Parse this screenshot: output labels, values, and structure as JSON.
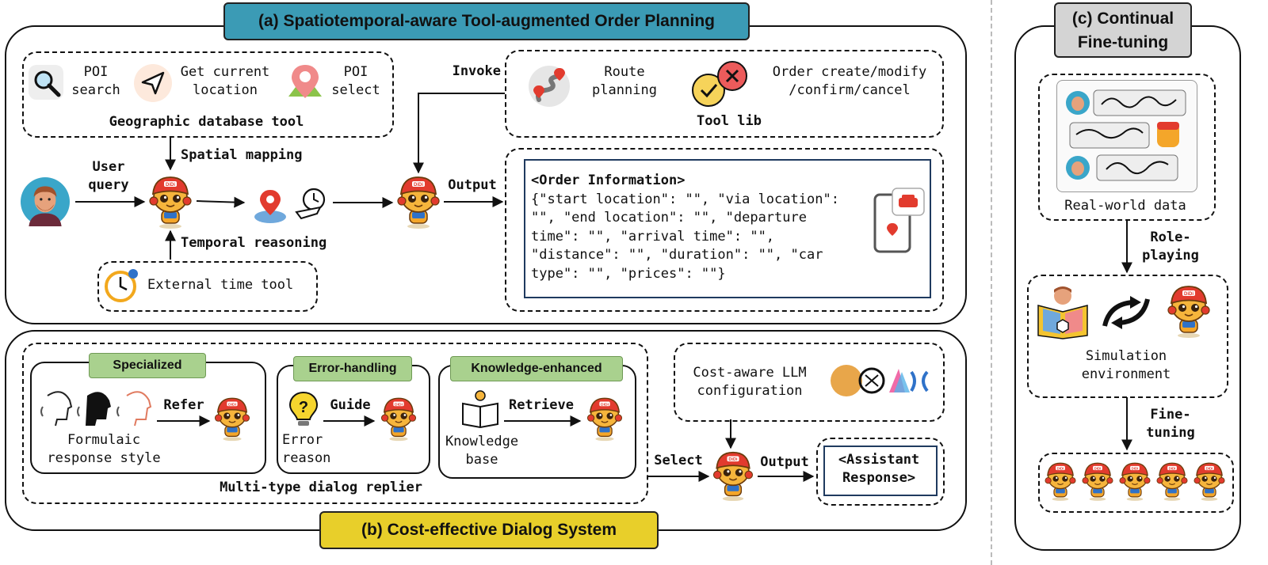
{
  "panel_a": {
    "title": "(a) Spatiotemporal-aware Tool-augmented Order Planning",
    "geo_tools": {
      "poi_search": "POI\nsearch",
      "get_location": "Get current\nlocation",
      "poi_select": "POI\nselect",
      "caption": "Geographic database tool"
    },
    "tool_lib": {
      "route": "Route\nplanning",
      "order": "Order create/modify\n/confirm/cancel",
      "caption": "Tool lib"
    },
    "labels": {
      "invoke": "Invoke",
      "spatial_mapping": "Spatial mapping",
      "user_query": "User\nquery",
      "temporal_reasoning": "Temporal reasoning",
      "external_time_tool": "External time tool",
      "output": "Output"
    },
    "order_info": {
      "heading": "<Order Information>",
      "lines": [
        "{\"start location\": \"\", \"via location\":",
        "\"\", \"end location\": \"\", \"departure",
        "time\": \"\", \"arrival time\": \"\",",
        "\"distance\": \"\", \"duration\": \"\", \"car",
        "type\": \"\", \"prices\": \"\"}"
      ]
    }
  },
  "panel_b": {
    "title": "(b) Cost-effective Dialog System",
    "specialized": {
      "tag": "Specialized",
      "arrow": "Refer",
      "caption": "Formulaic\nresponse style"
    },
    "error": {
      "tag": "Error-handling",
      "arrow": "Guide",
      "caption": "Error\nreason"
    },
    "knowledge": {
      "tag": "Knowledge-enhanced",
      "arrow": "Retrieve",
      "caption": "Knowledge\nbase"
    },
    "replier_caption": "Multi-type dialog replier",
    "cost_aware": "Cost-aware LLM\nconfiguration",
    "select": "Select",
    "output": "Output",
    "assistant": "<Assistant\nResponse>"
  },
  "panel_c": {
    "title": "(c) Continual\nFine-tuning",
    "real_world": "Real-world data",
    "role_playing": "Role-\nplaying",
    "simulation": "Simulation\nenvironment",
    "fine_tuning": "Fine-\ntuning"
  },
  "colors": {
    "title_a_bg": "#3b9bb5",
    "title_b_bg": "#e8cf2a",
    "title_c_bg": "#d4d4d4",
    "green_tag": "#a9d18e",
    "robot_helmet": "#e23b2e",
    "robot_body": "#f4a62a"
  }
}
